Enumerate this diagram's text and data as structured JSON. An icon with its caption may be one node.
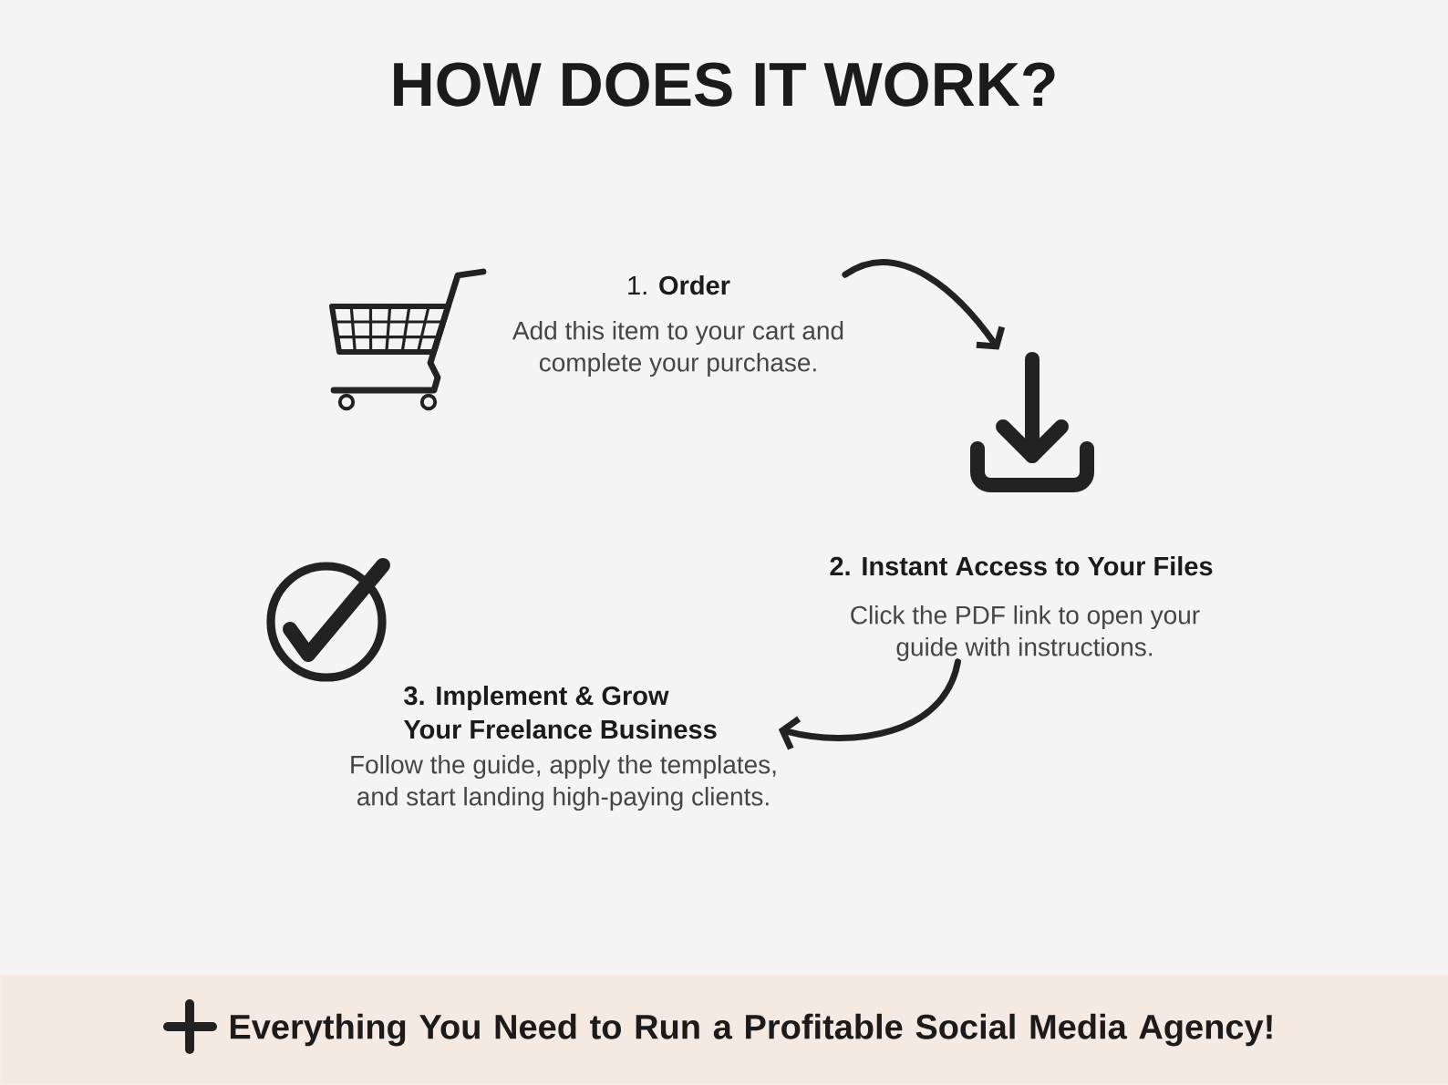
{
  "diagram": {
    "title": "HOW DOES IT WORK?",
    "nodes": [
      {
        "text": [
          "1. **Order**",
          "Add this item to your cart and complete your purchase."
        ]
      },
      {
        "text": [],
        "shape": "picture"
      },
      {
        "text": [
          "2. Instant Access to Your Files",
          "Click the PDF link to open your guide with instructions."
        ]
      },
      {
        "text": [
          "3. Implement & Grow Your Freelance Business",
          "Follow the guide, apply the templates, and start landing high-paying clients."
        ]
      },
      {
        "text": [
          "Everything You Need to Run a Profitable Social Media Agency!"
        ]
      }
    ],
    "edges": [
      {
        "from": 0,
        "to": 1,
        "arrow": "to"
      },
      {
        "from": 2,
        "to": 3,
        "arrow": "to"
      }
    ]
  }
}
